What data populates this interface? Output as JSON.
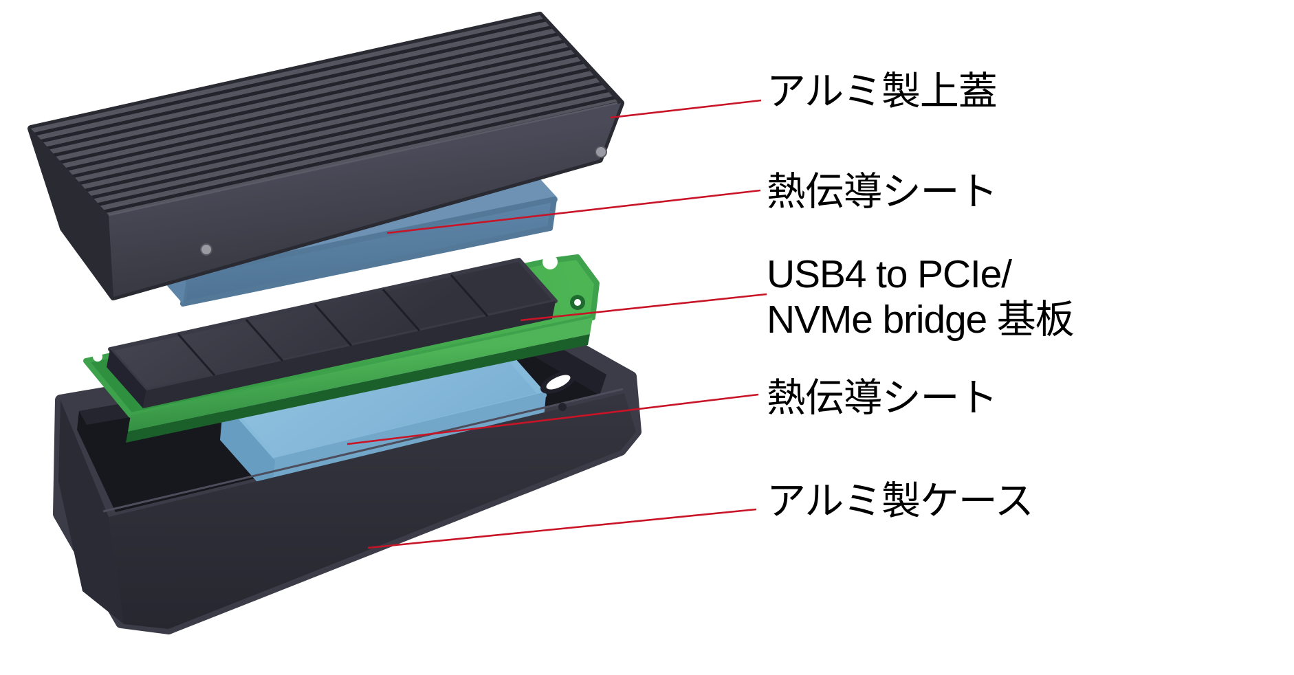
{
  "diagram": {
    "background": "#ffffff",
    "labels": {
      "top_cover": "アルミ製上蓋",
      "thermal_sheet_top": "熱伝導シート",
      "bridge_board_line1": "USB4 to PCIe/",
      "bridge_board_line2": "NVMe bridge 基板",
      "thermal_sheet_bottom": "熱伝導シート",
      "case": "アルミ製ケース"
    }
  },
  "colors": {
    "background": "#ffffff",
    "label-text": "#000000",
    "leader-red": "#c81426",
    "fin-light": "#55555f",
    "fin-dark": "#23232b",
    "lid-apron": "#42424f",
    "sheet-top": "#6d92b3",
    "sheet-front": "#537898",
    "board-green": "#3da24b",
    "board-edge-light": "#4aa94f",
    "board-edge-dark": "#1b5f2a",
    "chip-top": "#3a3a46",
    "chip-front": "#2b2b36",
    "pad-top": "#85badb",
    "pad-front": "#72a7ca",
    "case-rim": "#3c3c49",
    "case-front": "#31313d",
    "case-cavity": "#17171e"
  }
}
